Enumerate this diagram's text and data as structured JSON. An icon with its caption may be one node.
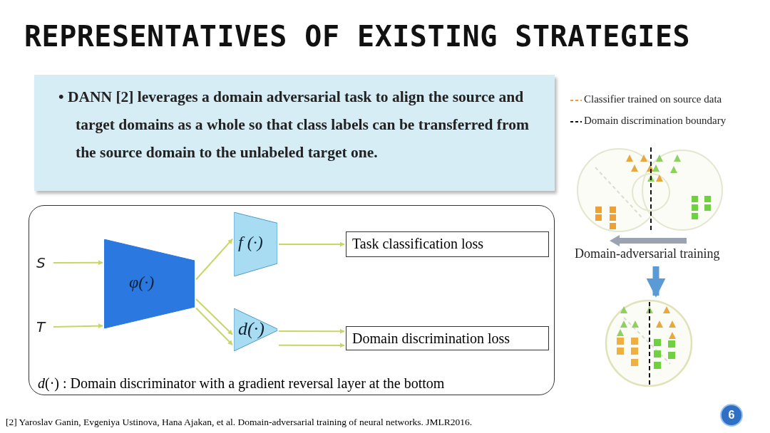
{
  "diagram": {
    "title": "REPRESENTATIVES OF EXISTING STRATEGIES",
    "nodes": [
      {
        "text": [
          "• DANN [2] leverages a domain adversarial task to align the source and target domains as a whole so that class labels can be transferred from the source domain to the unlabeled target one."
        ]
      },
      {
        "text": [
          "*d*(·) : Domain discriminator with a gradient reversal layer at the bottom"
        ]
      },
      {
        "text": [
          "S"
        ],
        "in": 1
      },
      {
        "text": [
          "T"
        ],
        "in": 1
      },
      {
        "text": [
          "φ(·)"
        ],
        "in": 1
      },
      {
        "text": [
          "f (·)"
        ],
        "in": 1
      },
      {
        "text": [
          "d(·)"
        ],
        "in": 1
      },
      {
        "text": [
          "Task classification loss"
        ],
        "in": 1
      },
      {
        "text": [
          "Domain discrimination loss"
        ],
        "in": 1
      },
      {
        "text": [],
        "shape": "picture",
        "beside": [
          "Domain-adversarial training"
        ]
      },
      {
        "text": [],
        "shape": "picture"
      }
    ],
    "edges": [
      {
        "from": 2,
        "to": 4,
        "arrow": "to"
      },
      {
        "from": 3,
        "to": 4,
        "arrow": "to"
      },
      {
        "from": 4,
        "to": 5,
        "arrow": "to"
      },
      {
        "from": 4,
        "to": 6,
        "arrow": "to"
      },
      {
        "from": 4,
        "to": 6,
        "arrow": "to"
      },
      {
        "from": 5,
        "to": 7,
        "arrow": "to"
      },
      {
        "from": 6,
        "to": 8,
        "arrow": "to"
      },
      {
        "from": 6,
        "to": 8,
        "arrow": "to"
      },
      {
        "from": 9,
        "to": 10,
        "arrow": "to",
        "style": "thick",
        "color": "#5b9bd5"
      }
    ],
    "labels": [
      "[2] Yaroslav Ganin, Evgeniya Ustinova, Hana Ajakan, et al. Domain-adversarial training of neural networks. JMLR2016.",
      "6"
    ],
    "legend": [
      {
        "text": "Classifier trained on source data"
      },
      {
        "text": "Domain discrimination boundary"
      }
    ]
  }
}
